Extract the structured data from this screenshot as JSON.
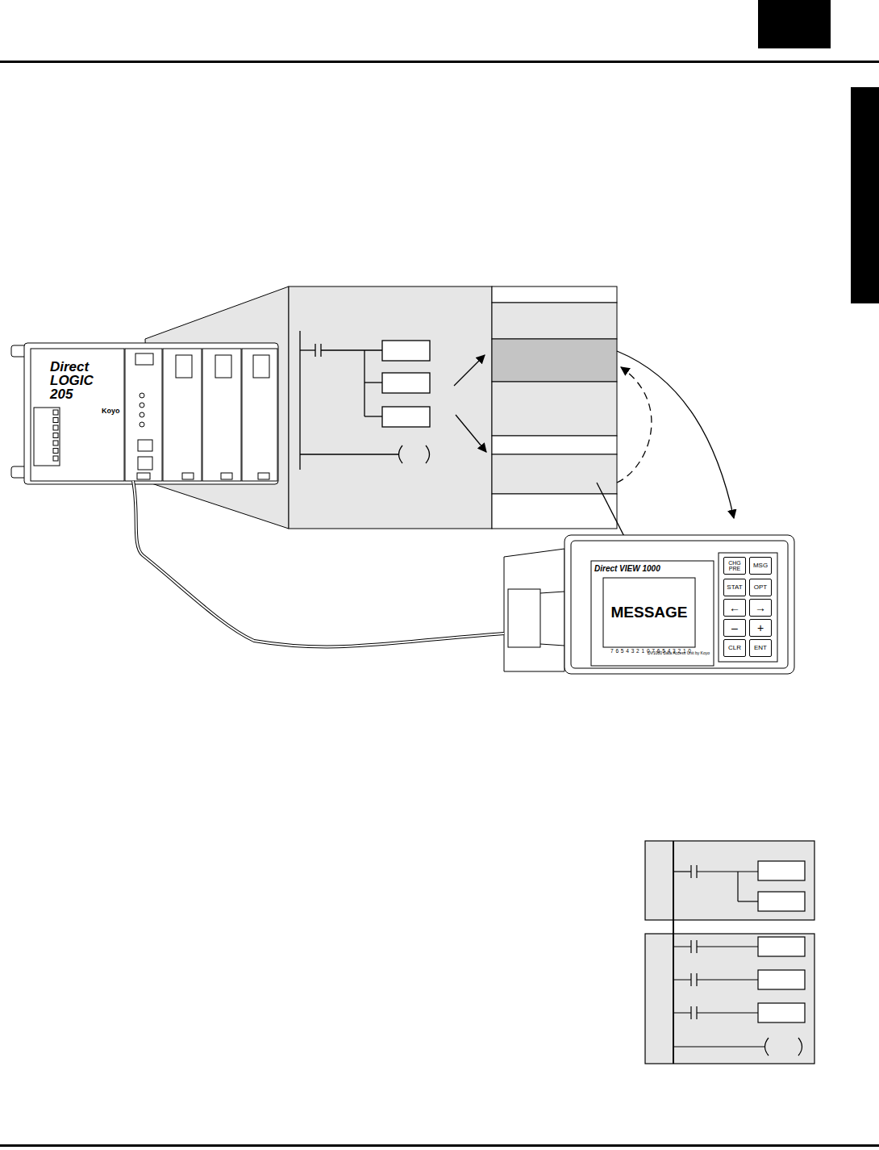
{
  "diagram": {
    "nodes": [
      {
        "text": [
          "Direct LOGIC 205",
          "Koyo"
        ]
      },
      {
        "text": [
          "Direct VIEW 1000",
          "DV1000 Data Access Unit by Koyo"
        ]
      },
      {
        "text": [
          "MESSAGE"
        ],
        "in": 1
      },
      {
        "text": [
          "CHG PRE"
        ],
        "in": 1
      },
      {
        "text": [
          "MSG"
        ],
        "in": 1
      },
      {
        "text": [
          "STAT"
        ],
        "in": 1
      },
      {
        "text": [
          "OPT"
        ],
        "in": 1
      },
      {
        "text": [
          "←"
        ],
        "in": 1
      },
      {
        "text": [
          "→"
        ],
        "in": 1
      },
      {
        "text": [
          "–"
        ],
        "in": 1
      },
      {
        "text": [
          "+"
        ],
        "in": 1
      },
      {
        "text": [
          "CLR"
        ],
        "in": 1
      },
      {
        "text": [
          "ENT"
        ],
        "in": 1
      }
    ],
    "edges": [
      {
        "from": 0,
        "to": 1,
        "arrow": "none"
      }
    ],
    "labels": [
      "7 6 5 4 3 2 1 0 7 6 5 4 3 2 1 0"
    ]
  }
}
